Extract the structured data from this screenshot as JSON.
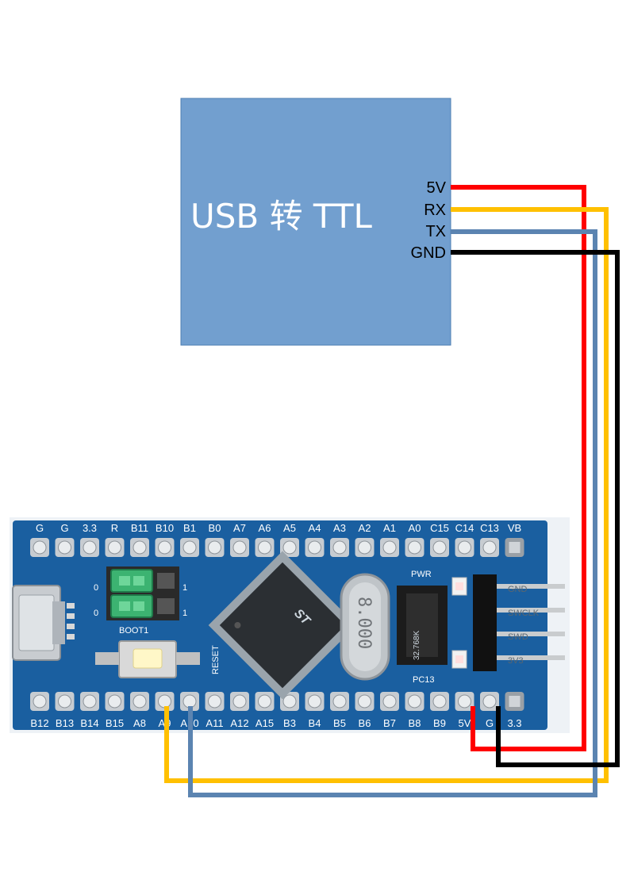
{
  "module": {
    "title": "USB 转 TTL",
    "pins": [
      "5V",
      "RX",
      "TX",
      "GND"
    ]
  },
  "board": {
    "top_labels": [
      "G",
      "G",
      "3.3",
      "R",
      "B11",
      "B10",
      "B1",
      "B0",
      "A7",
      "A6",
      "A5",
      "A4",
      "A3",
      "A2",
      "A1",
      "A0",
      "C15",
      "C14",
      "C13",
      "VB"
    ],
    "bottom_labels": [
      "B12",
      "B13",
      "B14",
      "B15",
      "A8",
      "A9",
      "A10",
      "A11",
      "A12",
      "A15",
      "B3",
      "B4",
      "B5",
      "B6",
      "B7",
      "B8",
      "B9",
      "5V",
      "G",
      "3.3"
    ],
    "boot_label": "BOOT1",
    "reset_label": "RESET",
    "pwr_label": "PWR",
    "pc13_label": "PC13",
    "jumper_marks": [
      "0",
      "1",
      "0",
      "1"
    ],
    "crystal_label": "8.000",
    "osc_label": "32.768K",
    "chip_brand": "ST",
    "swd_labels": [
      "GND",
      "SWCLK",
      "SWD",
      "3V3"
    ]
  },
  "colors": {
    "module_fill": "#729fcf",
    "board_fill": "#1a5fa0",
    "wire_5v": "#ff0000",
    "wire_rx": "#ffc000",
    "wire_tx": "#5b84b1",
    "wire_gnd": "#000000"
  }
}
